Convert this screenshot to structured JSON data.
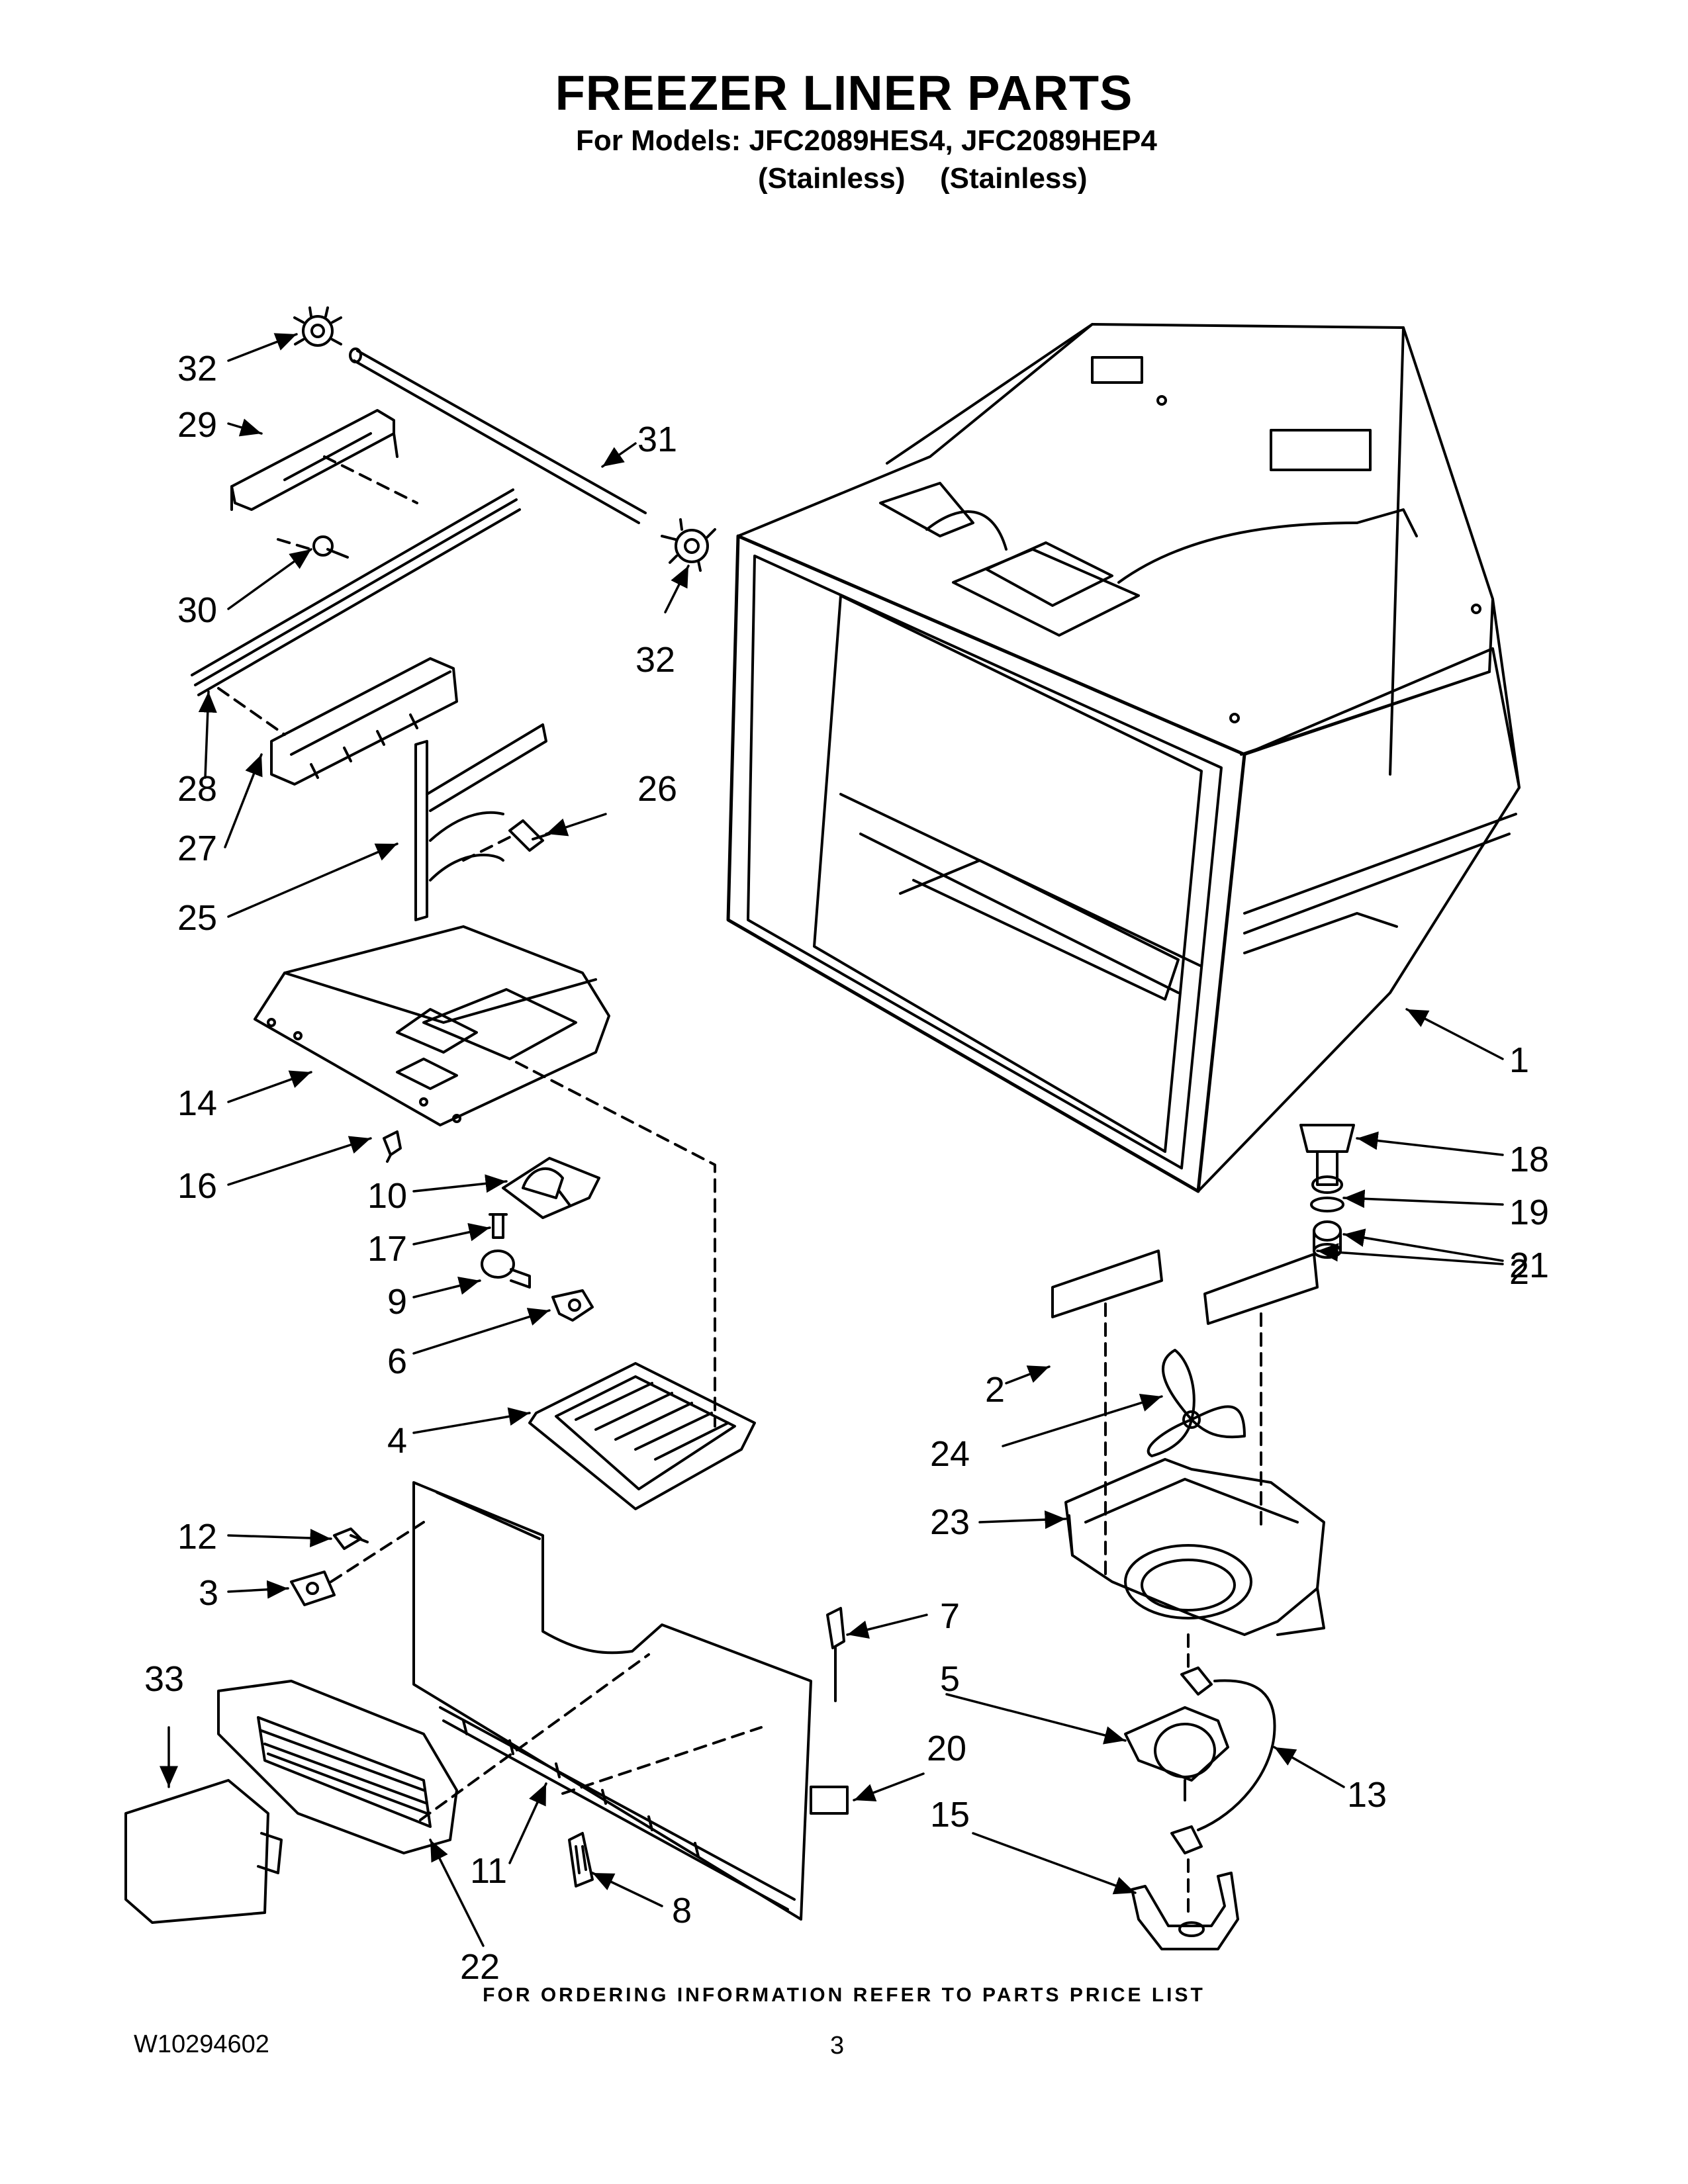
{
  "header": {
    "title": "FREEZER LINER PARTS",
    "models_line": "For Models: JFC2089HES4, JFC2089HEP4",
    "variants": [
      "(Stainless)",
      "(Stainless)"
    ]
  },
  "callouts": [
    "32",
    "29",
    "31",
    "30",
    "32",
    "28",
    "27",
    "26",
    "25",
    "14",
    "16",
    "10",
    "17",
    "9",
    "6",
    "4",
    "12",
    "3",
    "33",
    "22",
    "11",
    "8",
    "7",
    "20",
    "5",
    "15",
    "13",
    "23",
    "24",
    "2",
    "2",
    "1",
    "18",
    "19",
    "21"
  ],
  "footer": {
    "note": "FOR ORDERING INFORMATION REFER TO PARTS PRICE LIST",
    "doc_number": "W10294602",
    "page_number": "3"
  }
}
